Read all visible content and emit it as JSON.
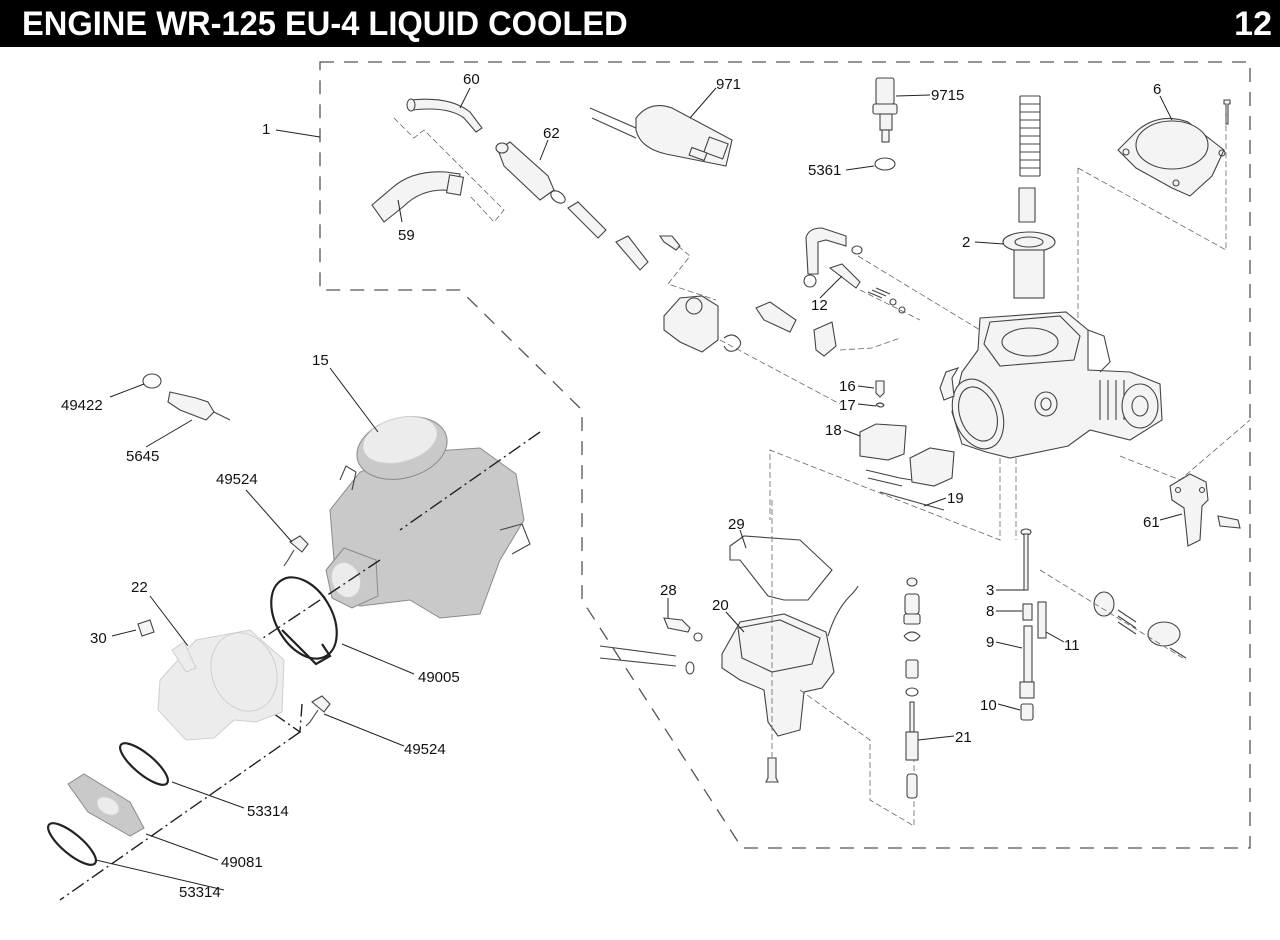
{
  "header": {
    "title": "ENGINE WR-125 EU-4 LIQUID COOLED",
    "page_number": "12"
  },
  "diagram": {
    "type": "exploded-parts-diagram",
    "subject": "Carburetor assembly",
    "callouts": [
      {
        "id": "c1",
        "label": "1"
      },
      {
        "id": "c60",
        "label": "60"
      },
      {
        "id": "c59",
        "label": "59"
      },
      {
        "id": "c62",
        "label": "62"
      },
      {
        "id": "c971",
        "label": "971"
      },
      {
        "id": "c9715",
        "label": "9715"
      },
      {
        "id": "c5361",
        "label": "5361"
      },
      {
        "id": "c6",
        "label": "6"
      },
      {
        "id": "c2",
        "label": "2"
      },
      {
        "id": "c12",
        "label": "12"
      },
      {
        "id": "c16",
        "label": "16"
      },
      {
        "id": "c17",
        "label": "17"
      },
      {
        "id": "c18",
        "label": "18"
      },
      {
        "id": "c19",
        "label": "19"
      },
      {
        "id": "c61",
        "label": "61"
      },
      {
        "id": "c29",
        "label": "29"
      },
      {
        "id": "c28",
        "label": "28"
      },
      {
        "id": "c20",
        "label": "20"
      },
      {
        "id": "c3",
        "label": "3"
      },
      {
        "id": "c8",
        "label": "8"
      },
      {
        "id": "c9",
        "label": "9"
      },
      {
        "id": "c11",
        "label": "11"
      },
      {
        "id": "c10",
        "label": "10"
      },
      {
        "id": "c21",
        "label": "21"
      },
      {
        "id": "c15",
        "label": "15"
      },
      {
        "id": "c49422",
        "label": "49422"
      },
      {
        "id": "c5645",
        "label": "5645"
      },
      {
        "id": "c49524a",
        "label": "49524"
      },
      {
        "id": "c22",
        "label": "22"
      },
      {
        "id": "c30",
        "label": "30"
      },
      {
        "id": "c49005",
        "label": "49005"
      },
      {
        "id": "c49524b",
        "label": "49524"
      },
      {
        "id": "c53314a",
        "label": "53314"
      },
      {
        "id": "c49081",
        "label": "49081"
      },
      {
        "id": "c53314b",
        "label": "53314"
      }
    ]
  }
}
